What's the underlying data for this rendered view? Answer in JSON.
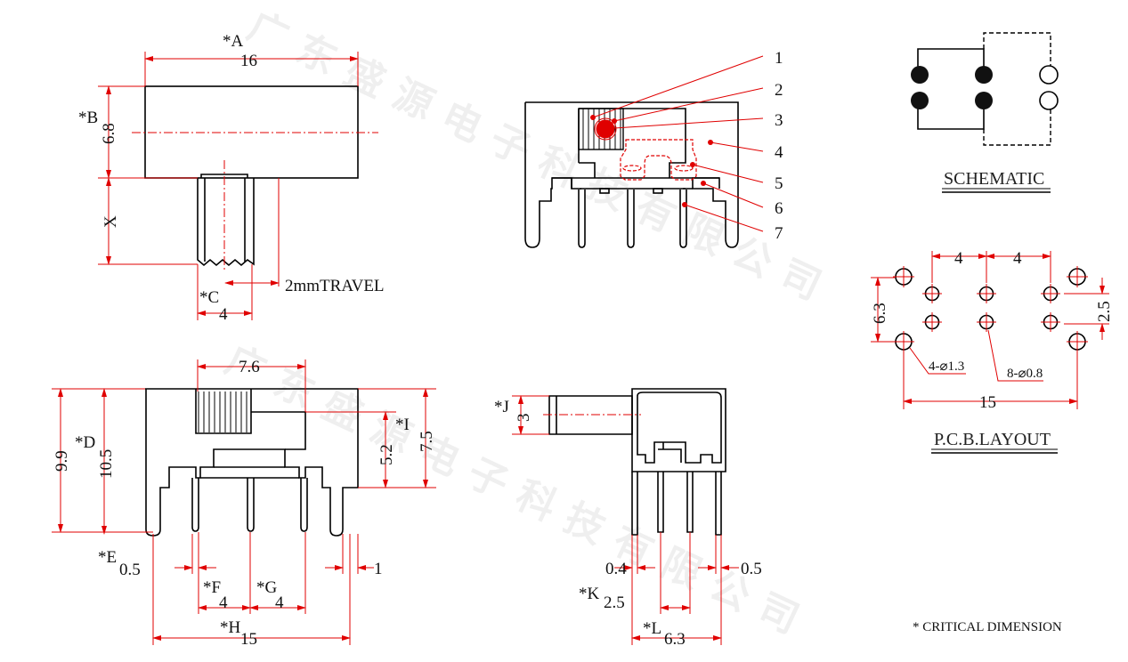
{
  "watermark": "广东盛源电子科技有限公司",
  "top_view": {
    "a_label": "*A",
    "a_value": "16",
    "b_label": "*B",
    "b_value": "6.8",
    "x_label": "X",
    "travel_label": "2mmTRAVEL",
    "c_label": "*C",
    "c_value": "4"
  },
  "section_view": {
    "callouts": [
      "1",
      "2",
      "3",
      "4",
      "5",
      "6",
      "7"
    ]
  },
  "schematic": {
    "title": "SCHEMATIC"
  },
  "pcb_layout": {
    "title": "P.C.B.LAYOUT",
    "pitch_1": "4",
    "pitch_2": "4",
    "row_gap_left": "6.3",
    "row_gap_right": "2.5",
    "big_holes": "4-⌀1.3",
    "small_holes": "8-⌀0.8",
    "span": "15"
  },
  "front_view": {
    "width_76": "7.6",
    "d_label": "*D",
    "h_99": "9.9",
    "h_105": "10.5",
    "i_label": "*I",
    "h_52": "5.2",
    "h_75": "7.5",
    "e_label": "*E",
    "e_value": "0.5",
    "f_label": "*F",
    "f_value": "4",
    "g_label": "*G",
    "g_value": "4",
    "h_label": "*H",
    "h_value": "15",
    "right_gap": "1"
  },
  "side_view": {
    "j_label": "*J",
    "j_value": "3",
    "dim_04": "0.4",
    "dim_05": "0.5",
    "k_label": "*K",
    "k_value": "2.5",
    "l_label": "*L",
    "l_value": "6.3"
  },
  "note": "* CRITICAL  DIMENSION"
}
